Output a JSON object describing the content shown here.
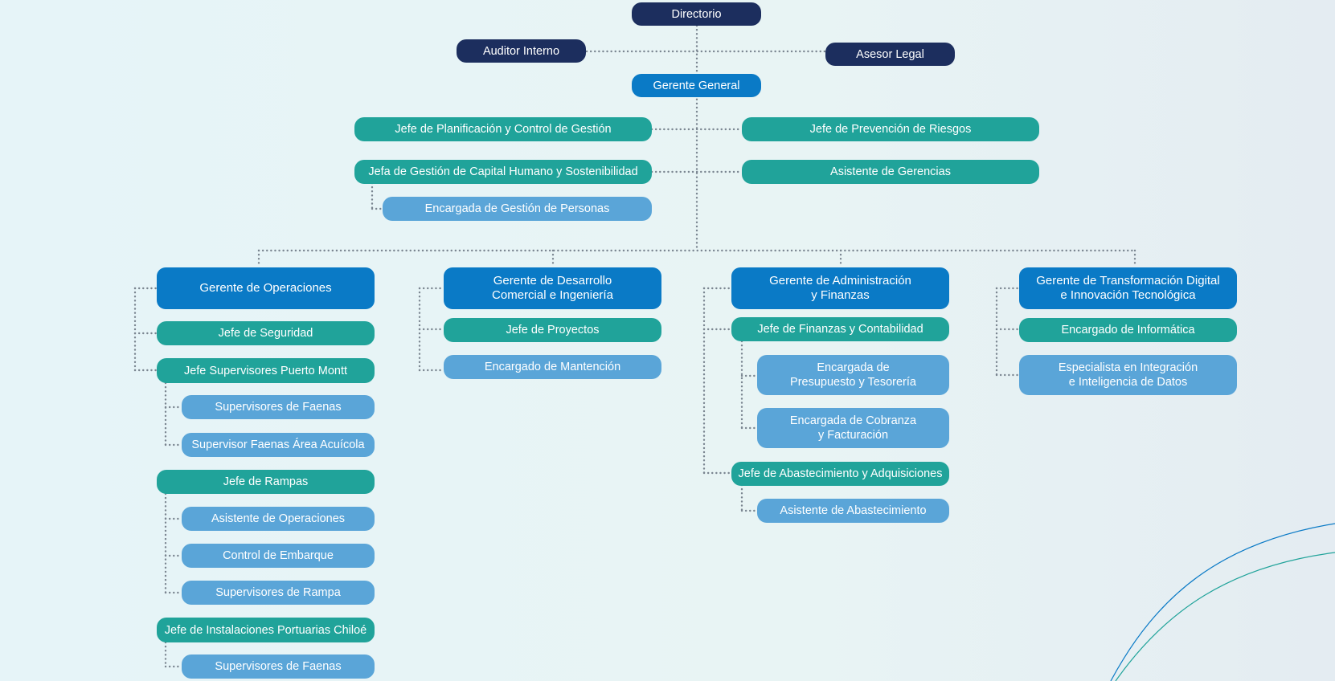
{
  "colors": {
    "navy": "#1c2e5e",
    "blue": "#0a7ac6",
    "teal": "#20a39a",
    "light_blue": "#5aa5d8",
    "connector": "#7a8590",
    "background": "#e6f4f8"
  },
  "nodes": {
    "directorio": "Directorio",
    "auditor_interno": "Auditor Interno",
    "asesor_legal": "Asesor Legal",
    "gerente_general": "Gerente General",
    "jefe_planificacion": "Jefe de Planificación y Control de Gestión",
    "jefe_prevencion": "Jefe de Prevención de Riesgos",
    "jefa_capital_humano": "Jefa de Gestión de Capital Humano y Sostenibilidad",
    "asistente_gerencias": "Asistente de Gerencias",
    "encargada_personas": "Encargada de Gestión de Personas",
    "gerente_operaciones": "Gerente de Operaciones",
    "jefe_seguridad": "Jefe de Seguridad",
    "jefe_supervisores_pm": "Jefe Supervisores Puerto Montt",
    "supervisores_faenas_1": "Supervisores de Faenas",
    "supervisor_faenas_acuicola": "Supervisor Faenas Área Acuícola",
    "jefe_rampas": "Jefe de Rampas",
    "asistente_operaciones": "Asistente de Operaciones",
    "control_embarque": "Control de Embarque",
    "supervisores_rampa": "Supervisores de Rampa",
    "jefe_instalaciones_chiloe": "Jefe de Instalaciones Portuarias Chiloé",
    "supervisores_faenas_2": "Supervisores de Faenas",
    "gerente_desarrollo": "Gerente de Desarrollo\nComercial e Ingeniería",
    "jefe_proyectos": "Jefe de Proyectos",
    "encargado_mantencion": "Encargado de Mantención",
    "gerente_administracion": "Gerente de Administración\ny Finanzas",
    "jefe_finanzas": "Jefe de Finanzas y Contabilidad",
    "encargada_presupuesto": "Encargada de\nPresupuesto y Tesorería",
    "encargada_cobranza": "Encargada de Cobranza\ny Facturación",
    "jefe_abastecimiento": "Jefe de Abastecimiento y Adquisiciones",
    "asistente_abastecimiento": "Asistente de Abastecimiento",
    "gerente_transformacion": "Gerente de Transformación Digital\ne Innovación Tecnológica",
    "encargado_informatica": "Encargado de Informática",
    "especialista_datos": "Especialista en Integración\ne Inteligencia de Datos"
  }
}
